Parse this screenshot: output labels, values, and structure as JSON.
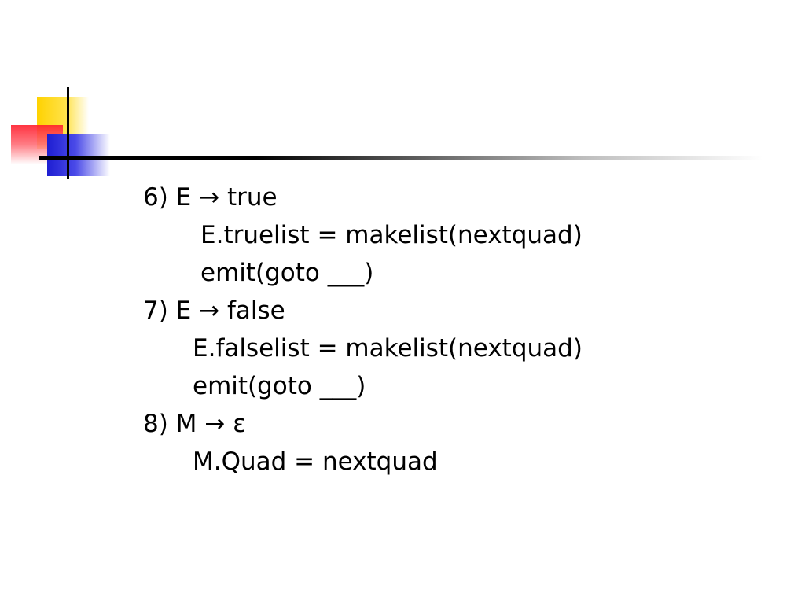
{
  "slide": {
    "lines": [
      "6) E → true",
      "E.truelist = makelist(nextquad)",
      "emit(goto ___)",
      "7) E → false",
      "E.falselist = makelist(nextquad)",
      "emit(goto ___)",
      "8) M → ε",
      "M.Quad = nextquad"
    ]
  },
  "colors": {
    "yellow": "#FFD200",
    "red": "#FF1E2D",
    "blue": "#1E1ED2",
    "rule": "#000000"
  },
  "icons": {
    "logo": "color-squares-logo-icon"
  }
}
